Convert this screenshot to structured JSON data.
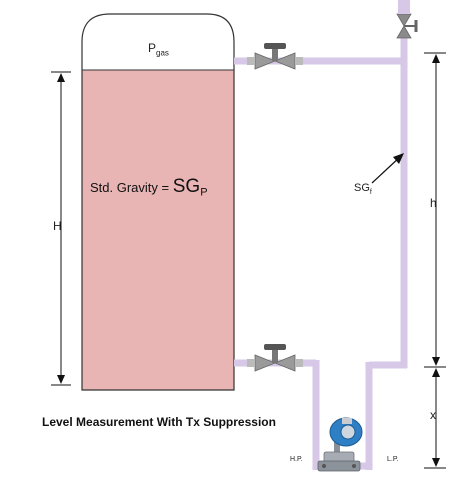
{
  "gas_label": {
    "main": "P",
    "sub": "gas"
  },
  "liquid_label": {
    "prefix": "Std. Gravity = ",
    "main": "SG",
    "sub": "P"
  },
  "fill_label": {
    "main": "SG",
    "sub": "f"
  },
  "dimension_labels": {
    "tank_level": "H",
    "leg_height": "h",
    "suppression": "x"
  },
  "transmitter_ports": {
    "high": "H.P.",
    "low": "L.P."
  },
  "title": "Level Measurement With Tx Suppression",
  "colors": {
    "liquid": "#e8b4b4",
    "tank_outline": "#333333",
    "pipe": "#d6c8e6",
    "valve": "#8a8a8a",
    "transmitter_body": "#2f7fc4",
    "arrow": "#111111"
  }
}
